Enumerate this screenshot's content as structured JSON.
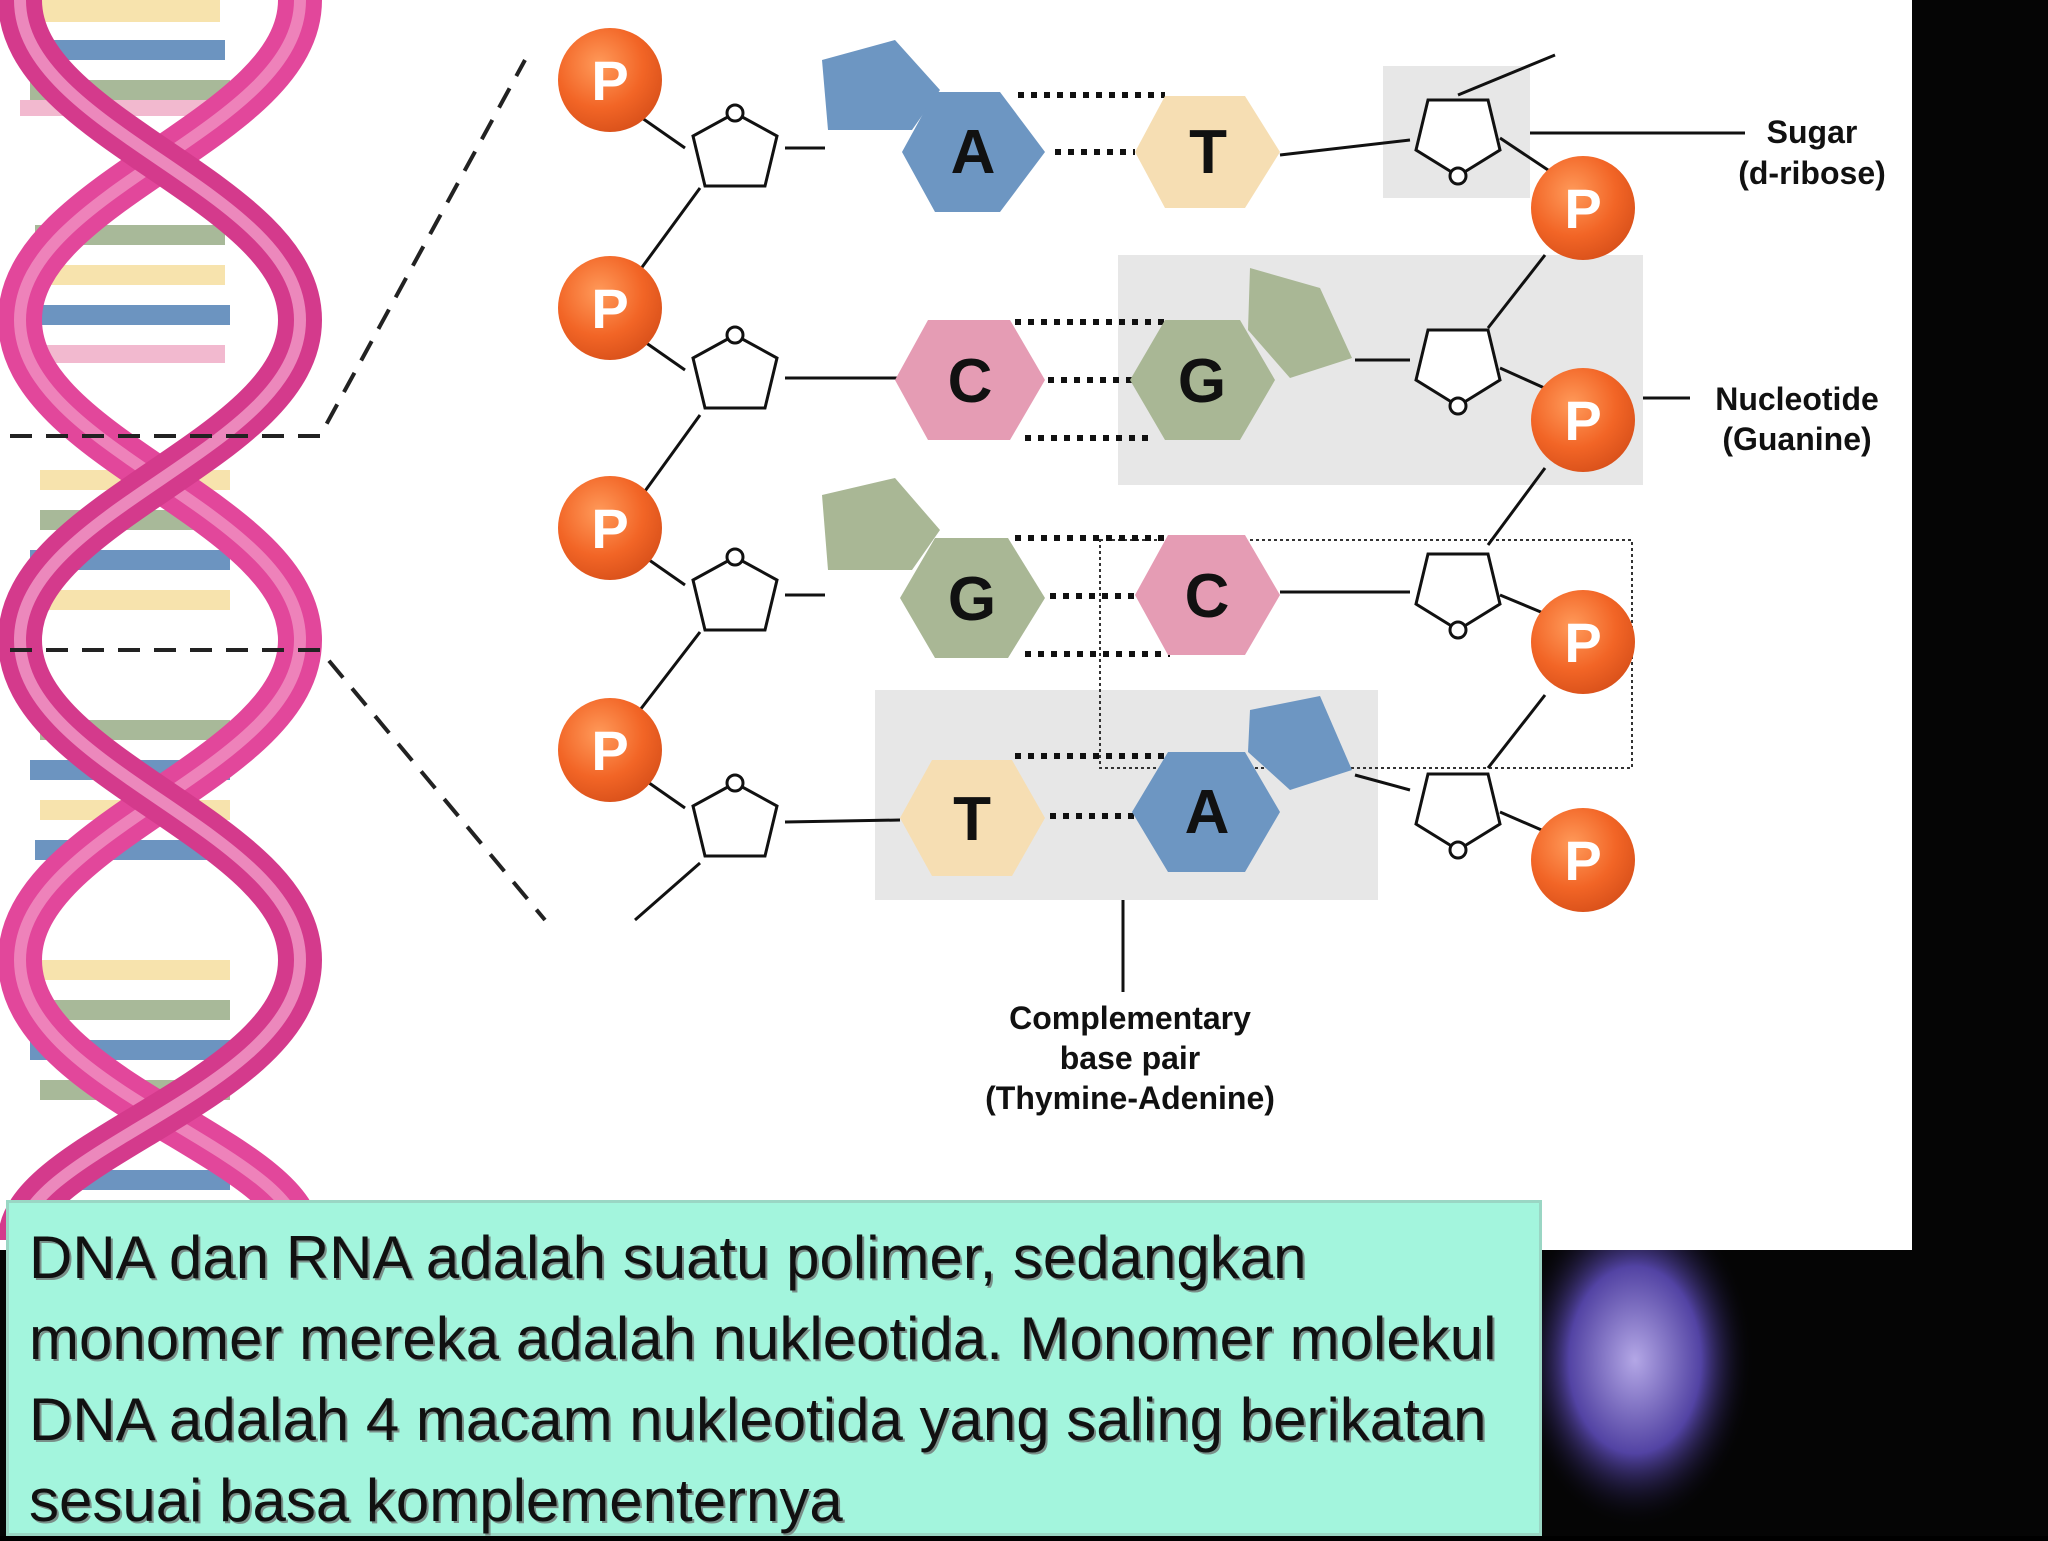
{
  "bases": {
    "row1": {
      "left": "A",
      "right": "T"
    },
    "row2": {
      "left": "C",
      "right": "G"
    },
    "row3": {
      "left": "G",
      "right": "C"
    },
    "row4": {
      "left": "T",
      "right": "A"
    }
  },
  "phosphate": "P",
  "labels": {
    "sugar": [
      "Sugar",
      "(d-ribose)"
    ],
    "nucleotide": [
      "Nucleotide",
      "(Guanine)"
    ],
    "base_pair": [
      "Complementary",
      "base pair",
      "(Thymine-Adenine)"
    ]
  },
  "caption": "DNA dan RNA adalah suatu polimer, sedangkan monomer mereka adalah nukleotida. Monomer molekul DNA adalah 4 macam nukleotida yang saling berikatan sesuai basa komplementernya",
  "colors": {
    "adenine": "#6d96c2",
    "thymine": "#f6deb3",
    "cytosine": "#e59cb4",
    "guanine": "#a9b795",
    "phosphate": "#ef6a2a",
    "helix": "#e2479b",
    "caption_bg": "#a3f5dd"
  }
}
